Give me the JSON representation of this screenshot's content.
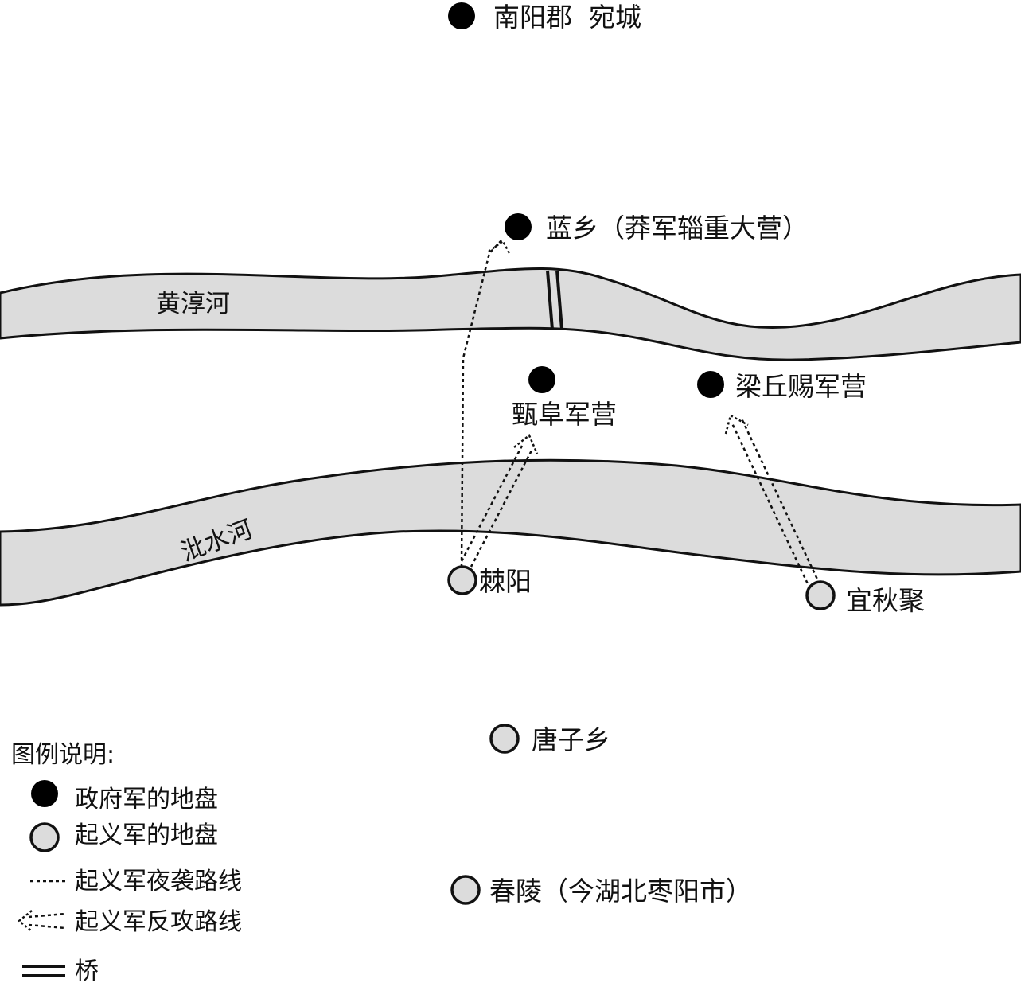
{
  "colors": {
    "river_fill": "#dcdcdc",
    "river_edge": "#111111",
    "government_marker": "#000000",
    "rebel_marker": "#dcdcdc",
    "route": "#111111",
    "background": "#ffffff"
  },
  "places": {
    "nanyang": "南阳郡  宛城",
    "lanxiang": "蓝乡（莽军辎重大营）",
    "zhenfu": "甄阜军营",
    "liangqiu": "梁丘赐军营",
    "jiyang": "棘阳",
    "yiqiuju": "宜秋聚",
    "tangzixiang": "唐子乡",
    "chunling": "春陵（今湖北枣阳市）"
  },
  "rivers": {
    "huangchun": "黄淳河",
    "bishui": "沘水河"
  },
  "legend": {
    "title": "图例说明:",
    "government": "政府军的地盘",
    "rebel": "起义军的地盘",
    "night_raid": "起义军夜袭路线",
    "counterattack": "起义军反攻路线",
    "bridge": "桥"
  },
  "icons": {
    "government_marker": "filled-circle-icon",
    "rebel_marker": "grey-circle-icon",
    "night_raid_route": "dotted-line-icon",
    "counterattack_route": "dotted-arrow-icon",
    "bridge": "double-line-icon"
  }
}
